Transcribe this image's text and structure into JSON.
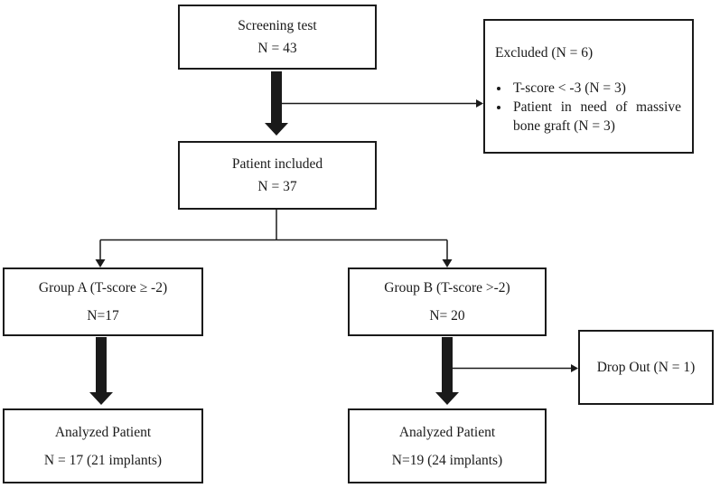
{
  "flowchart": {
    "screening": {
      "line1": "Screening test",
      "line2": "N = 43"
    },
    "excluded": {
      "title": "Excluded (N = 6)",
      "bullets": [
        "T-score < -3 (N = 3)",
        "Patient in need of massive bone graft (N = 3)"
      ]
    },
    "included": {
      "line1": "Patient included",
      "line2": "N = 37"
    },
    "group_a": {
      "line1": "Group A (T-score ≥ -2)",
      "line2": "N=17"
    },
    "group_b": {
      "line1": "Group B (T-score >-2)",
      "line2": "N= 20"
    },
    "dropout": {
      "label": "Drop Out (N = 1)"
    },
    "analyzed_a": {
      "line1": "Analyzed Patient",
      "line2": "N = 17 (21 implants)"
    },
    "analyzed_b": {
      "line1": "Analyzed Patient",
      "line2": "N=19 (24 implants)"
    },
    "colors": {
      "line": "#1a1a1a",
      "background": "#ffffff"
    }
  }
}
